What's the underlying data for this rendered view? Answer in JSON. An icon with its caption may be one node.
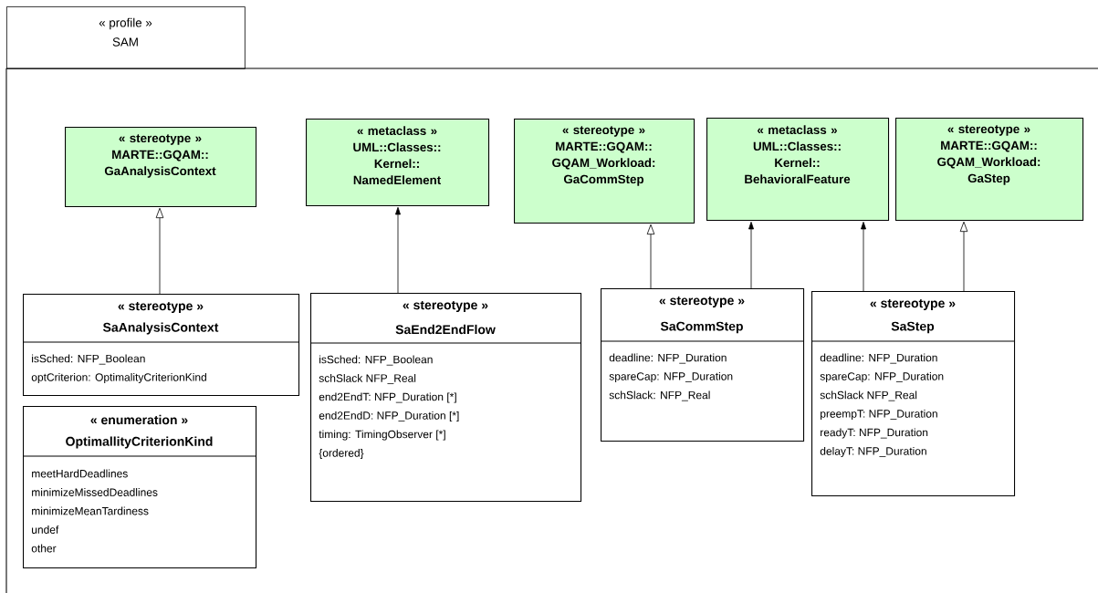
{
  "diagram": {
    "nodes": [
      {
        "text": [
          "« profile »",
          "SAM"
        ]
      },
      {
        "text": [
          "« stereotype »",
          "MARTE::GQAM:: GaAnalysisContext"
        ],
        "in": 0
      },
      {
        "text": [
          "« metaclass »",
          "UML::Classes:: Kernel:: NamedElement"
        ],
        "in": 0
      },
      {
        "text": [
          "« stereotype »",
          "MARTE::GQAM:: GQAM_Workload: GaCommStep"
        ],
        "in": 0
      },
      {
        "text": [
          "« metaclass »",
          "UML::Classes:: Kernel:: BehavioralFeature"
        ],
        "in": 0
      },
      {
        "text": [
          "« stereotype »",
          "MARTE::GQAM:: GQAM_Workload: GaStep"
        ],
        "in": 0
      },
      {
        "text": [
          "« stereotype »",
          "SaAnalysisContext",
          "isSched: NFP_Boolean",
          "optCriterion: OptimalityCriterionKind"
        ],
        "in": 0
      },
      {
        "text": [
          "« stereotype »",
          "SaEnd2EndFlow",
          "isSched: NFP_Boolean",
          "schSlack NFP_Real",
          "end2EndT: NFP_Duration [*]",
          "end2EndD: NFP_Duration [*]",
          "timing: TimingObserver [*]",
          "{ordered}"
        ],
        "in": 0
      },
      {
        "text": [
          "« stereotype »",
          "SaCommStep",
          "deadline: NFP_Duration",
          "spareCap: NFP_Duration",
          "schSlack: NFP_Real"
        ],
        "in": 0
      },
      {
        "text": [
          "« stereotype »",
          "SaStep",
          "deadline: NFP_Duration",
          "spareCap: NFP_Duration",
          "schSlack NFP_Real",
          "preempT: NFP_Duration",
          "readyT: NFP_Duration",
          "delayT: NFP_Duration"
        ],
        "in": 0
      },
      {
        "text": [
          "« enumeration »",
          "OptimallityCriterionKind",
          "meetHardDeadlines",
          "minimizeMissedDeadlines",
          "minimizeMeanTardiness",
          "undef",
          "other"
        ],
        "in": 0
      }
    ],
    "edges": [
      {
        "from": 6,
        "to": 1,
        "arrow": "to"
      },
      {
        "from": 7,
        "to": 2,
        "arrow": "to"
      },
      {
        "from": 8,
        "to": 3,
        "arrow": "to"
      },
      {
        "from": 8,
        "to": 4,
        "arrow": "to"
      },
      {
        "from": 9,
        "to": 4,
        "arrow": "to"
      },
      {
        "from": 9,
        "to": 5,
        "arrow": "to"
      }
    ]
  }
}
